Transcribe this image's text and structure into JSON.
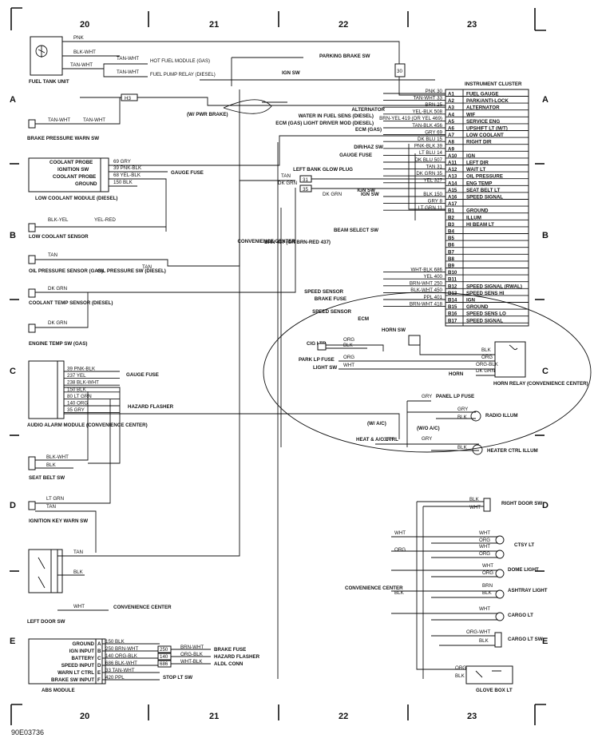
{
  "grid": {
    "columns": [
      "20",
      "21",
      "22",
      "23"
    ],
    "rows": [
      "A",
      "B",
      "C",
      "D",
      "E"
    ]
  },
  "figure_id": "90E03736",
  "cluster": {
    "title": "INSTRUMENT CLUSTER",
    "pins": [
      {
        "pin": "A1",
        "label": "FUEL GAUGE"
      },
      {
        "pin": "A2",
        "label": "PARK/ANTI-LOCK"
      },
      {
        "pin": "A3",
        "label": "ALTERNATOR"
      },
      {
        "pin": "A4",
        "label": "WIF"
      },
      {
        "pin": "A5",
        "label": "SERVICE ENG"
      },
      {
        "pin": "A6",
        "label": "UPSHIFT LT (M/T)"
      },
      {
        "pin": "A7",
        "label": "LOW COOLANT"
      },
      {
        "pin": "A8",
        "label": "RIGHT DIR"
      },
      {
        "pin": "A9",
        "label": ""
      },
      {
        "pin": "A10",
        "label": "IGN"
      },
      {
        "pin": "A11",
        "label": "LEFT DIR"
      },
      {
        "pin": "A12",
        "label": "WAIT LT"
      },
      {
        "pin": "A13",
        "label": "OIL PRESSURE"
      },
      {
        "pin": "A14",
        "label": "ENG TEMP"
      },
      {
        "pin": "A15",
        "label": "SEAT BELT LT"
      },
      {
        "pin": "A16",
        "label": "SPEED SIGNAL"
      },
      {
        "pin": "A17",
        "label": ""
      },
      {
        "pin": "B1",
        "label": "GROUND"
      },
      {
        "pin": "B2",
        "label": "ILLUM"
      },
      {
        "pin": "B3",
        "label": "HI BEAM LT"
      },
      {
        "pin": "B4",
        "label": ""
      },
      {
        "pin": "B5",
        "label": ""
      },
      {
        "pin": "B6",
        "label": ""
      },
      {
        "pin": "B7",
        "label": ""
      },
      {
        "pin": "B8",
        "label": ""
      },
      {
        "pin": "B9",
        "label": ""
      },
      {
        "pin": "B10",
        "label": ""
      },
      {
        "pin": "B11",
        "label": ""
      },
      {
        "pin": "B12",
        "label": "SPEED SIGNAL (RWAL)"
      },
      {
        "pin": "B13",
        "label": "SPEED SENS HI"
      },
      {
        "pin": "B14",
        "label": "IGN"
      },
      {
        "pin": "B15",
        "label": "GROUND"
      },
      {
        "pin": "B16",
        "label": "SPEED SENS LO"
      },
      {
        "pin": "B17",
        "label": "SPEED SIGNAL"
      }
    ],
    "wires": [
      "PNK 30",
      "TAN-WHT 33",
      "BRN 25",
      "YEL-BLK 508",
      "BRN-YEL 419 (OR YEL 469)",
      "TAN-BLK 456",
      "GRY 69",
      "DK BLU 15",
      "PNK-BLK 39",
      "LT BLU 14",
      "DK BLU 507",
      "TAN 31",
      "DK GRN 35",
      "YEL 327",
      "",
      "BLK 150",
      "GRY 8",
      "LT GRN 11",
      "",
      "",
      "",
      "",
      "",
      "",
      "",
      "",
      "WHT-BLK 686",
      "YEL 400",
      "BRN-WHT 250",
      "BLK-WHT 450",
      "PPL 401",
      "BRN-WHT 418"
    ]
  },
  "cluster_sources": [
    "ALTERNATOR",
    "WATER IN FUEL SENS (DIESEL)",
    "ECM (GAS) LIGHT DRIVER MOD (DIESEL)",
    "ECM (GAS)",
    "DIR/HAZ SW",
    "GAUGE FUSE",
    "LEFT BANK GLOW PLUG",
    "IGN SW",
    "BEAM SELECT SW",
    "CONVENIENCE CENTER",
    "BRN 437 (OR BRN-RED 437)",
    "SPEED SENSOR",
    "BRAKE FUSE",
    "SPEED SENSOR",
    "ECM"
  ],
  "top_left": {
    "fuel_tank_unit": "FUEL TANK UNIT",
    "wires": [
      "PNK",
      "BLK-WHT",
      "TAN-WHT",
      "TAN-WHT",
      "TAN-WHT"
    ],
    "hot_fuel": "HOT FUEL MODULE (GAS)",
    "fuel_pump": "FUEL PUMP RELAY (DIESEL)",
    "parking_brake": "PARKING BRAKE SW",
    "ign_sw": "IGN SW",
    "h3": "H3",
    "pwr_brake": "(W/ PWR BRAKE)",
    "brake_pressure": "BRAKE PRESSURE WARN SW",
    "splice_30": "30"
  },
  "low_coolant_module": {
    "title": "LOW COOLANT MODULE (DIESEL)",
    "pins": [
      "COOLANT PROBE",
      "IGNITION SW",
      "COOLANT PROBE",
      "GROUND"
    ],
    "wires": [
      "69 GRY",
      "39 PNK-BLK",
      "68 YEL-BLK",
      "150 BLK"
    ],
    "gauge_fuse": "GAUGE FUSE"
  },
  "sensors": {
    "low_coolant": "LOW COOLANT SENSOR",
    "low_coolant_wires": [
      "BLK-YEL",
      "YEL-RED"
    ],
    "oil_pressure_sensor": "OIL PRESSURE SENSOR (GAS)",
    "oil_pressure_sw": "OIL PRESSURE SW (DIESEL)",
    "oil_tan": [
      "TAN",
      "TAN"
    ],
    "coolant_temp": "COOLANT TEMP SENSOR (DIESEL)",
    "engine_temp": "ENGINE TEMP SW (GAS)",
    "dk_grn": [
      "DK GRN",
      "DK GRN"
    ]
  },
  "junction_wires": {
    "a": "31",
    "b": "35",
    "tan": "TAN",
    "dkgrn": "DK GRN",
    "dkgrn2": "DK GRN",
    "ign": "IGN SW"
  },
  "audio_alarm": {
    "title": "AUDIO ALARM MODULE (CONVENIENCE CENTER)",
    "wires": [
      "39 PNK-BLK",
      "237 YEL",
      "238 BLK-WHT",
      "150 BLK",
      "80 LT GRN",
      "140 ORG",
      "35 GRY"
    ],
    "gauge_fuse": "GAUGE FUSE",
    "hazard": "HAZARD FLASHER"
  },
  "seat_belt": {
    "title": "SEAT BELT SW",
    "wires": [
      "BLK-WHT",
      "BLK"
    ]
  },
  "ignition_key": {
    "title": "IGNITION KEY WARN SW",
    "wires": [
      "LT GRN",
      "TAN"
    ]
  },
  "left_door": {
    "title": "LEFT DOOR SW",
    "wires": [
      "TAN",
      "BLK",
      "WHT"
    ],
    "conv": "CONVENIENCE CENTER"
  },
  "abs_module": {
    "title": "ABS MODULE",
    "pins": [
      {
        "pin": "A",
        "label": "GROUND",
        "wire": "150 BLK"
      },
      {
        "pin": "B",
        "label": "IGN INPUT",
        "wire": "250 BRN-WHT"
      },
      {
        "pin": "C",
        "label": "BATTERY",
        "wire": "140 ORG-BLK"
      },
      {
        "pin": "D",
        "label": "SPEED INPUT",
        "wire": "686 BLK-WHT"
      },
      {
        "pin": "E",
        "label": "WARN LT CTRL",
        "wire": "33 TAN-WHT"
      },
      {
        "pin": "F",
        "label": "BRAKE SW INPUT",
        "wire": "420 PPL"
      }
    ],
    "right": [
      {
        "num": "250",
        "wire": "BRN-WHT",
        "dest": "BRAKE FUSE"
      },
      {
        "num": "140",
        "wire": "ORG-BLK",
        "dest": "HAZARD FLASHER"
      },
      {
        "num": "686",
        "wire": "WHT-BLK",
        "dest": "ALDL CONN"
      }
    ],
    "stop": "STOP LT SW"
  },
  "horn_area": {
    "cig_ltr": "CIG LTR",
    "horn_sw": "HORN SW",
    "horn_relay": "HORN RELAY (CONVENIENCE CENTER)",
    "park_lp_fuse": "PARK LP FUSE",
    "light_sw": "LIGHT SW",
    "horn": "HORN",
    "panel_lp_fuse": "PANEL LP FUSE",
    "radio_illum": "RADIO ILLUM",
    "w_ac": "(W/ A/C)",
    "wo_ac": "(W/O A/C)",
    "heat": "HEAT & A/C CTRL",
    "heater_ctrl": "HEATER CTRL ILLUM",
    "wires": [
      "ORG",
      "BLK",
      "ORG",
      "WHT",
      "BLK",
      "ORG",
      "ORG-BLK",
      "DK GRN",
      "GRY",
      "GRY",
      "BLK",
      "GRY",
      "GRY",
      "BLK"
    ]
  },
  "right_bottom": {
    "right_door": "RIGHT DOOR SW",
    "ctsy": "CTSY LT",
    "dome": "DOME LIGHT",
    "ashtray": "ASHTRAY LIGHT",
    "cargo": "CARGO LT",
    "cargo_sw": "CARGO LT SW",
    "glove": "GLOVE BOX LT",
    "conv": "CONVENIENCE CENTER",
    "wires": [
      "BLK",
      "WHT",
      "WHT",
      "WHT",
      "ORG",
      "WHT",
      "ORG",
      "ORG",
      "WHT",
      "ORG",
      "BRN",
      "BLK",
      "BLK",
      "WHT",
      "ORG-WHT",
      "BLK",
      "ORG",
      "BLK"
    ]
  }
}
